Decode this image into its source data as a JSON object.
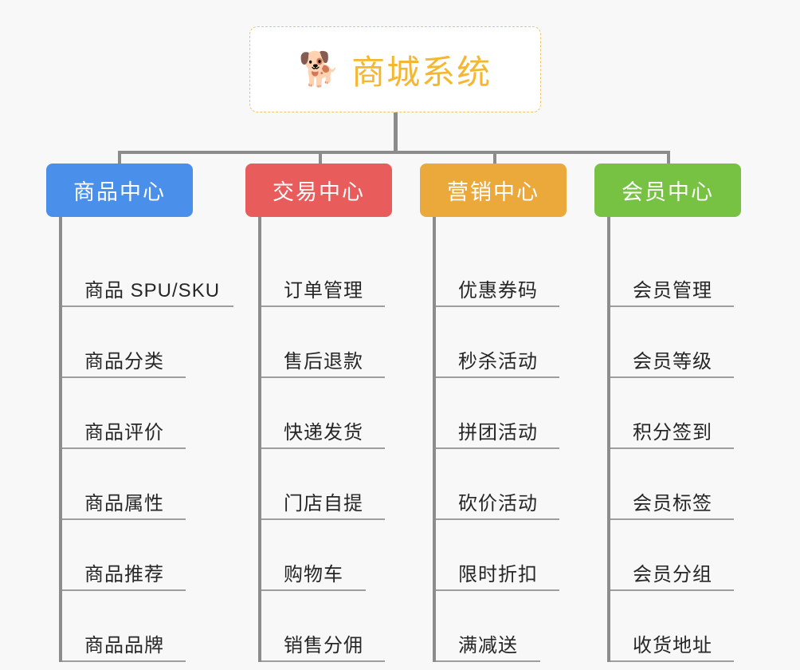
{
  "background_color": "#f8f8f8",
  "root": {
    "icon": "shiba-dog-face-icon",
    "emoji": "🐕",
    "title": "商城系统",
    "text_color": "#f5b731",
    "border_color": "#f0c36d",
    "background_color": "#ffffff"
  },
  "connector_color": "#8c8c8c",
  "branches": [
    {
      "id": "product-center",
      "label": "商品中心",
      "color": "#4a90ea",
      "items": [
        "商品 SPU/SKU",
        "商品分类",
        "商品评价",
        "商品属性",
        "商品推荐",
        "商品品牌"
      ]
    },
    {
      "id": "trade-center",
      "label": "交易中心",
      "color": "#e85c5c",
      "items": [
        "订单管理",
        "售后退款",
        "快递发货",
        "门店自提",
        "购物车",
        "销售分佣"
      ]
    },
    {
      "id": "marketing-center",
      "label": "营销中心",
      "color": "#eba93c",
      "items": [
        "优惠券码",
        "秒杀活动",
        "拼团活动",
        "砍价活动",
        "限时折扣",
        "满减送"
      ]
    },
    {
      "id": "member-center",
      "label": "会员中心",
      "color": "#77c242",
      "items": [
        "会员管理",
        "会员等级",
        "积分签到",
        "会员标签",
        "会员分组",
        "收货地址"
      ]
    }
  ]
}
